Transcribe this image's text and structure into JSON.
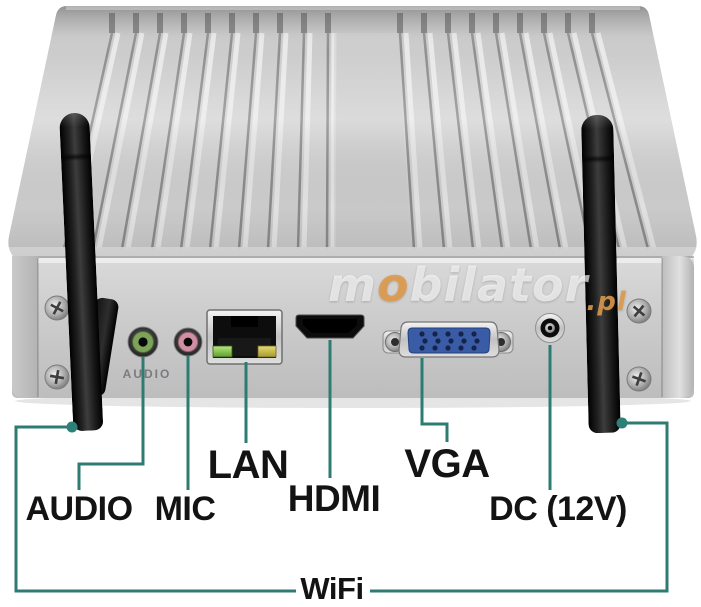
{
  "device": {
    "engraving_audio": "AUDIO",
    "watermark": {
      "first": "m",
      "accent": "o",
      "rest": "bilator",
      "suffix": ".pl"
    }
  },
  "annotations": {
    "audio": "AUDIO",
    "mic": "MIC",
    "lan": "LAN",
    "hdmi": "HDMI",
    "vga": "VGA",
    "dc": "DC (12V)",
    "wifi": "WiFi"
  },
  "colors": {
    "annotation_line": "#2e7b72",
    "vga_blue": "#3a5ca6",
    "led_green": "#7dc24a",
    "led_yellow": "#d0c44a",
    "jack_green": "#7da25a",
    "jack_pink": "#d18fa3",
    "watermark_accent": "#de9a4a",
    "label_text": "#131313"
  }
}
